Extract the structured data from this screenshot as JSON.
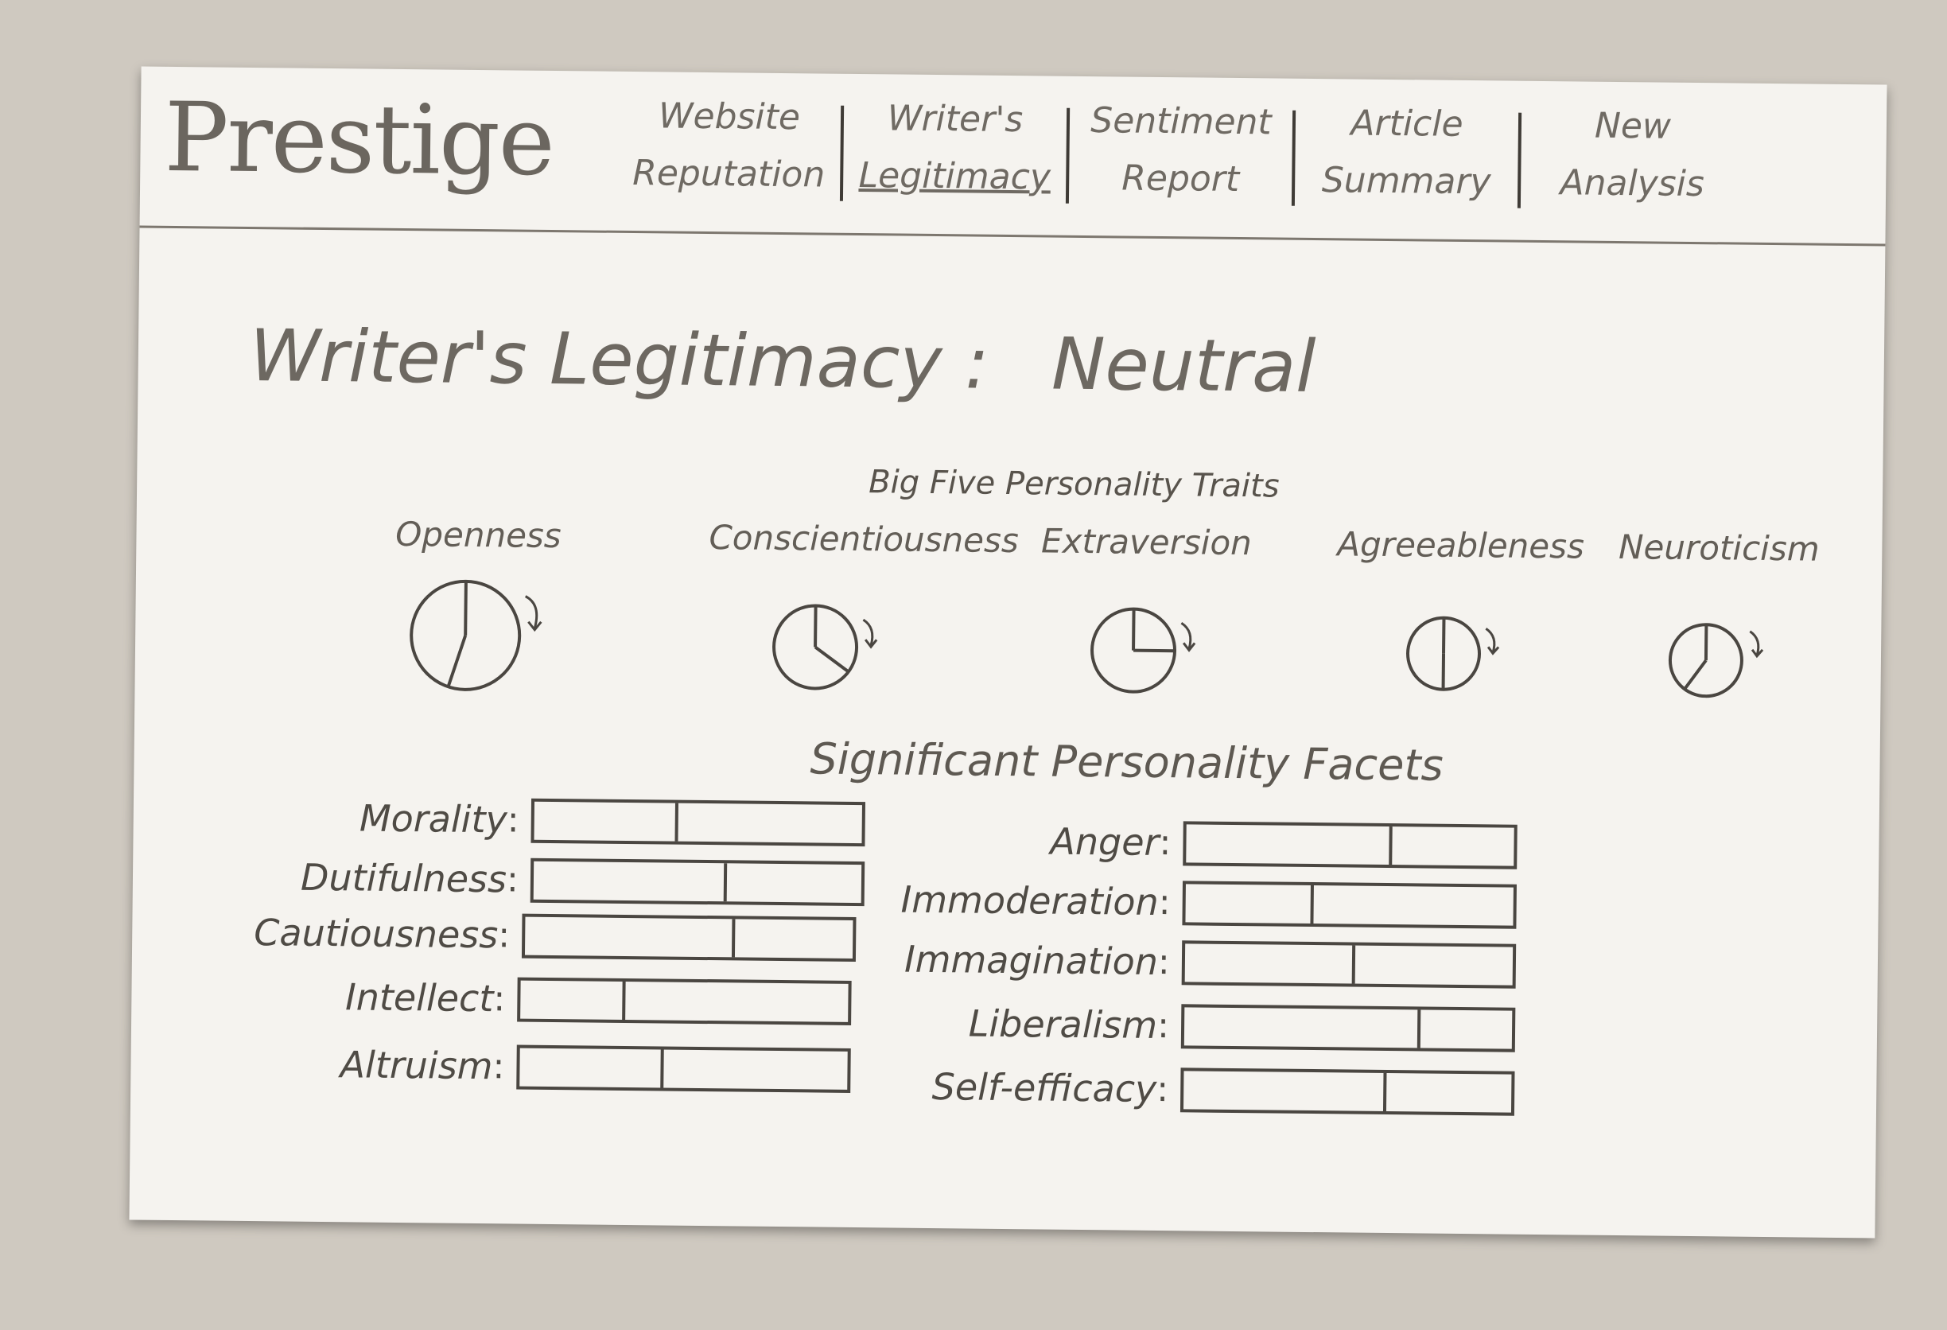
{
  "app": {
    "logo": "Prestige"
  },
  "nav": {
    "items": [
      {
        "line1": "Website",
        "line2": "Reputation",
        "active": false
      },
      {
        "line1": "Writer's",
        "line2": "Legitimacy",
        "active": true
      },
      {
        "line1": "Sentiment",
        "line2": "Report",
        "active": false
      },
      {
        "line1": "Article",
        "line2": "Summary",
        "active": false
      },
      {
        "line1": "New",
        "line2": "Analysis",
        "active": false
      }
    ]
  },
  "page": {
    "title_label": "Writer's Legitimacy",
    "title_colon": ":",
    "title_value": "Neutral"
  },
  "traits": {
    "title": "Big Five Personality Traits",
    "items": [
      {
        "label": "Openness",
        "fraction": 0.55
      },
      {
        "label": "Conscientiousness",
        "fraction": 0.35
      },
      {
        "label": "Extraversion",
        "fraction": 0.25
      },
      {
        "label": "Agreeableness",
        "fraction": 0.5
      },
      {
        "label": "Neuroticism",
        "fraction": 0.6
      }
    ]
  },
  "facets": {
    "title": "Significant Personality Facets",
    "left": [
      {
        "label": "Morality",
        "value": 0.43
      },
      {
        "label": "Dutifulness",
        "value": 0.58
      },
      {
        "label": "Cautiousness",
        "value": 0.63
      },
      {
        "label": "Intellect",
        "value": 0.31
      },
      {
        "label": "Altruism",
        "value": 0.43
      }
    ],
    "right": [
      {
        "label": "Anger",
        "value": 0.62
      },
      {
        "label": "Immoderation",
        "value": 0.38
      },
      {
        "label": "Immagination",
        "value": 0.51
      },
      {
        "label": "Liberalism",
        "value": 0.71
      },
      {
        "label": "Self-efficacy",
        "value": 0.61
      }
    ],
    "colon": ":"
  }
}
